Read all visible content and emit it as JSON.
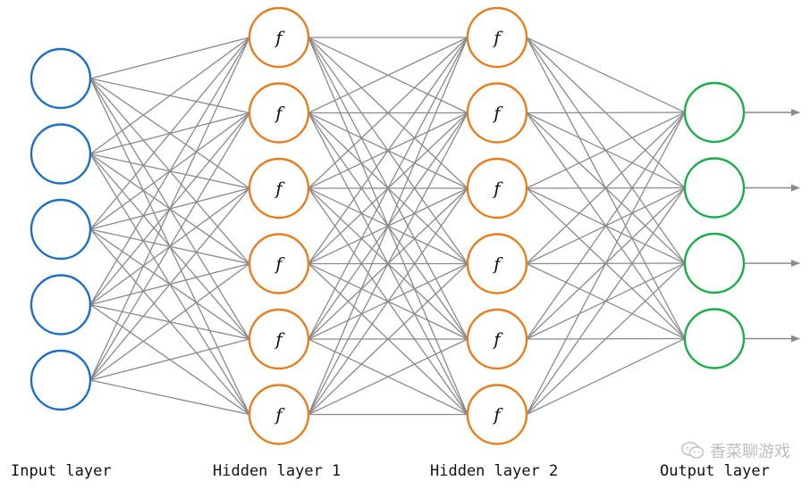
{
  "diagram": {
    "node_label": "f",
    "colors": {
      "input": "#1f6fc3",
      "hidden": "#e57e1e",
      "output": "#1aad4a",
      "edge": "#8a8a8a",
      "arrow": "#8a8a8a"
    },
    "layers": [
      {
        "name": "Input layer",
        "nodes": 5,
        "type": "input"
      },
      {
        "name": "Hidden layer 1",
        "nodes": 6,
        "type": "hidden"
      },
      {
        "name": "Hidden layer 2",
        "nodes": 6,
        "type": "hidden"
      },
      {
        "name": "Output layer",
        "nodes": 4,
        "type": "output"
      }
    ],
    "output_arrows": true
  },
  "watermark": {
    "text": "香菜聊游戏",
    "icon": "wechat-icon"
  }
}
